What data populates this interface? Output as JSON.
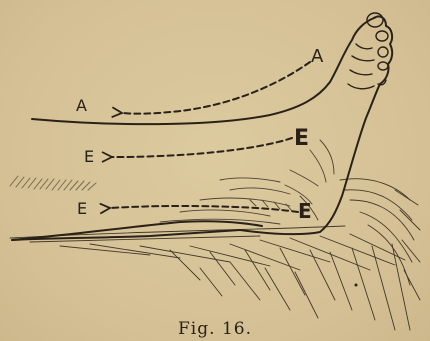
{
  "figure": {
    "caption": "Fig. 16.",
    "labels": {
      "upper_left": "A",
      "upper_right": "A",
      "middle_left": "E",
      "middle_right": "E",
      "lower_left": "E",
      "lower_right": "E"
    }
  }
}
